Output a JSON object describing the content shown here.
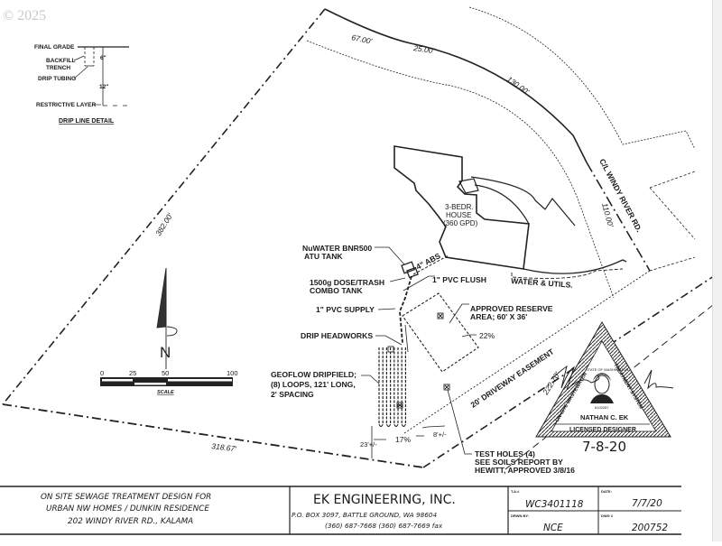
{
  "watermark": "© 2025",
  "drip_detail": {
    "title": "DRIP LINE DETAIL",
    "final_grade": "FINAL GRADE",
    "backfill_trench_1": "BACKFILL",
    "backfill_trench_2": "TRENCH",
    "drip_tubing": "DRIP TUBING",
    "restrictive_layer": "RESTRICTIVE LAYER",
    "depth_6": "6\"",
    "depth_12": "12\""
  },
  "boundary": {
    "west": "382.00'",
    "south": "318.67'",
    "arc_1": "67.00'",
    "arc_2": "25.00'",
    "arc_3": "130.00'",
    "east_road": "110.00'",
    "southeast": "222.70'"
  },
  "road_label": "C/L WINDY RIVER RD.",
  "driveway_label": "20' DRIVEWAY EASEMENT",
  "water_utils": "WATER & UTILS.",
  "house": {
    "line1": "3-BEDR.",
    "line2": "HOUSE",
    "line3": "(360 GPD)"
  },
  "callouts": {
    "atu_1": "NuWATER BNR500",
    "atu_2": "ATU TANK",
    "abs": "4\" ABS",
    "dose_1": "1500g DOSE/TRASH",
    "dose_2": "COMBO TANK",
    "flush": "1\" PVC FLUSH",
    "supply": "1\" PVC SUPPLY",
    "reserve_1": "APPROVED RESERVE",
    "reserve_2": "AREA; 60' X 36'",
    "slope_22": "22%",
    "headworks": "DRIP HEADWORKS",
    "dripfield_1": "GEOFLOW DRIPFIELD;",
    "dripfield_2": "(8) LOOPS, 121' LONG,",
    "dripfield_3": "2' SPACING",
    "setback_23": "23'+/-",
    "slope_17": "17%",
    "setback_8": "8'+/-",
    "test_1": "TEST HOLES (4)",
    "test_2": "SEE SOILS REPORT BY",
    "test_3": "HEWITT, APPROVED 3/8/16"
  },
  "north_arrow": {
    "label": "N"
  },
  "scale_bar": {
    "ticks": [
      "0",
      "25",
      "50",
      "100"
    ],
    "label": "SCALE"
  },
  "stamp": {
    "left_text": "ON-SITE WASTEWATER",
    "right_text": "TREATMENT SYSTEM",
    "state_text": "STATE OF WASHINGTON",
    "license_no": "8100287",
    "name": "NATHAN C. EK",
    "title": "LICENSED DESIGNER",
    "signed_date": "7-8-20"
  },
  "title_block": {
    "project_line1": "ON SITE SEWAGE TREATMENT DESIGN FOR",
    "project_line2": "URBAN NW HOMES / DUNKIN RESIDENCE",
    "project_line3": "202 WINDY RIVER RD., KALAMA",
    "firm_name": "EK ENGINEERING, INC.",
    "firm_address": "P.O. BOX 3097, BATTLE GROUND, WA 98604",
    "firm_phone": "(360) 687-7668  (360) 687-7669 fax",
    "tax_label": "T.A.#",
    "tax_value": "WC3401118",
    "date_label": "DATE:",
    "date_value": "7/7/20",
    "drawn_label": "DRWN BY:",
    "drawn_value": "NCE",
    "dwg_label": "DWG #",
    "dwg_value": "200752"
  },
  "colors": {
    "ink": "#1a1a1a",
    "paper": "#ffffff",
    "watermark": "#c9c9c9"
  }
}
